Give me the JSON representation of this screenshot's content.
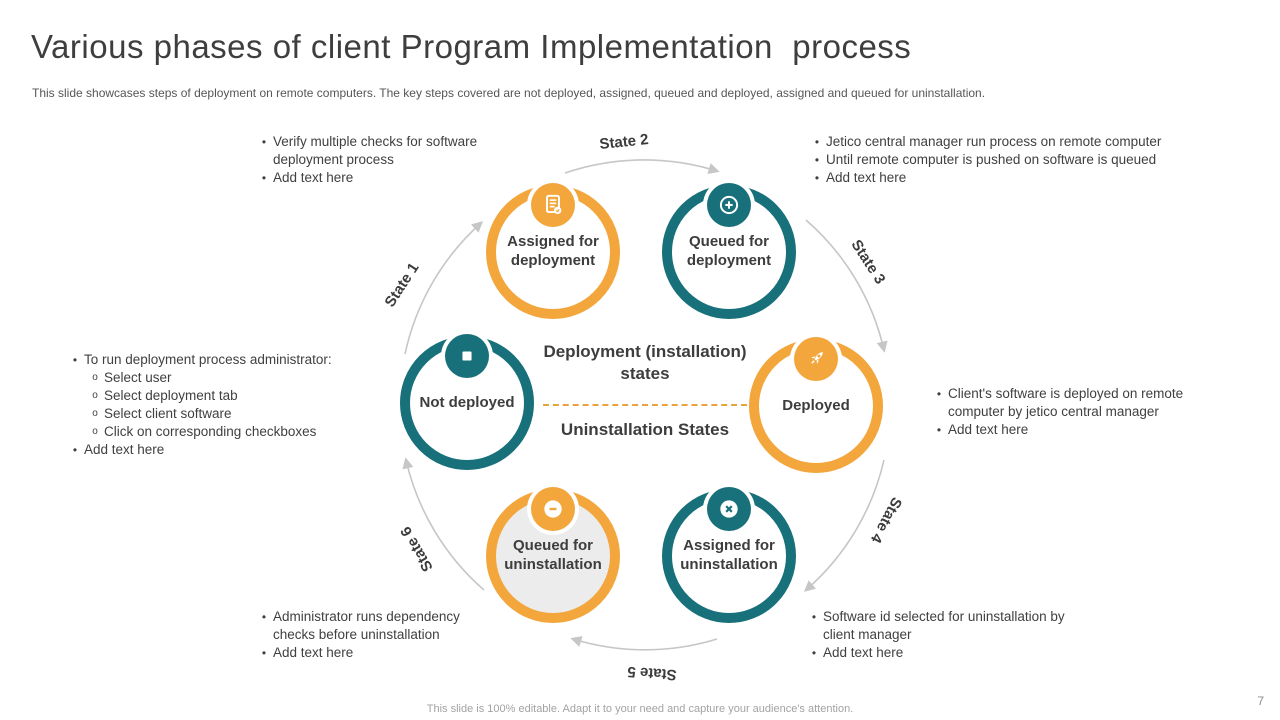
{
  "slide": {
    "title": "Various phases of client Program Implementation  process",
    "subtitle": "This slide showcases steps of deployment on remote computers. The key steps covered are not deployed, assigned, queued and deployed, assigned and queued for uninstallation.",
    "footer": "This slide is 100% editable. Adapt it to your need and capture your audience's attention.",
    "page_number": "7"
  },
  "colors": {
    "orange": "#F2A63C",
    "teal": "#17707A",
    "gray_circle_fill": "#ECECEC",
    "arc_gray": "#C6C6C6",
    "text_dark": "#3D3D3D"
  },
  "center": {
    "deployment_label": "Deployment (installation) states",
    "uninstallation_label": "Uninstallation States"
  },
  "states": [
    {
      "label": "State 1"
    },
    {
      "label": "State 2"
    },
    {
      "label": "State 3"
    },
    {
      "label": "State 4"
    },
    {
      "label": "State 5"
    },
    {
      "label": "State 6"
    }
  ],
  "circles": [
    {
      "label": "Assigned for deployment",
      "icon": "document-icon",
      "color": "orange"
    },
    {
      "label": "Queued for deployment",
      "icon": "plus-icon",
      "color": "teal"
    },
    {
      "label": "Deployed",
      "icon": "rocket-icon",
      "color": "orange"
    },
    {
      "label": "Assigned for uninstallation",
      "icon": "cross-icon",
      "color": "teal"
    },
    {
      "label": "Queued for uninstallation",
      "icon": "minus-icon",
      "color": "orange",
      "fill": "gray"
    },
    {
      "label": "Not deployed",
      "icon": "stop-icon",
      "color": "teal"
    }
  ],
  "notes": {
    "top_left": {
      "bullets": [
        "Verify multiple checks for software deployment process",
        "Add text here"
      ]
    },
    "top_right": {
      "bullets": [
        "Jetico central manager run process on remote computer",
        "Until remote computer is pushed on software is queued",
        "Add text here"
      ]
    },
    "left": {
      "bullet": "To run deployment process administrator:",
      "sub_bullets": [
        "Select user",
        "Select deployment tab",
        "Select client software",
        "Click on corresponding checkboxes"
      ],
      "bullet_after": "Add text here"
    },
    "right": {
      "bullets": [
        "Client's software is deployed on remote computer by jetico central manager",
        "Add text here"
      ]
    },
    "bottom_left": {
      "bullets": [
        "Administrator runs dependency checks before uninstallation",
        "Add text here"
      ]
    },
    "bottom_right": {
      "bullets": [
        "Software id selected for uninstallation by client manager",
        "Add text here"
      ]
    }
  }
}
